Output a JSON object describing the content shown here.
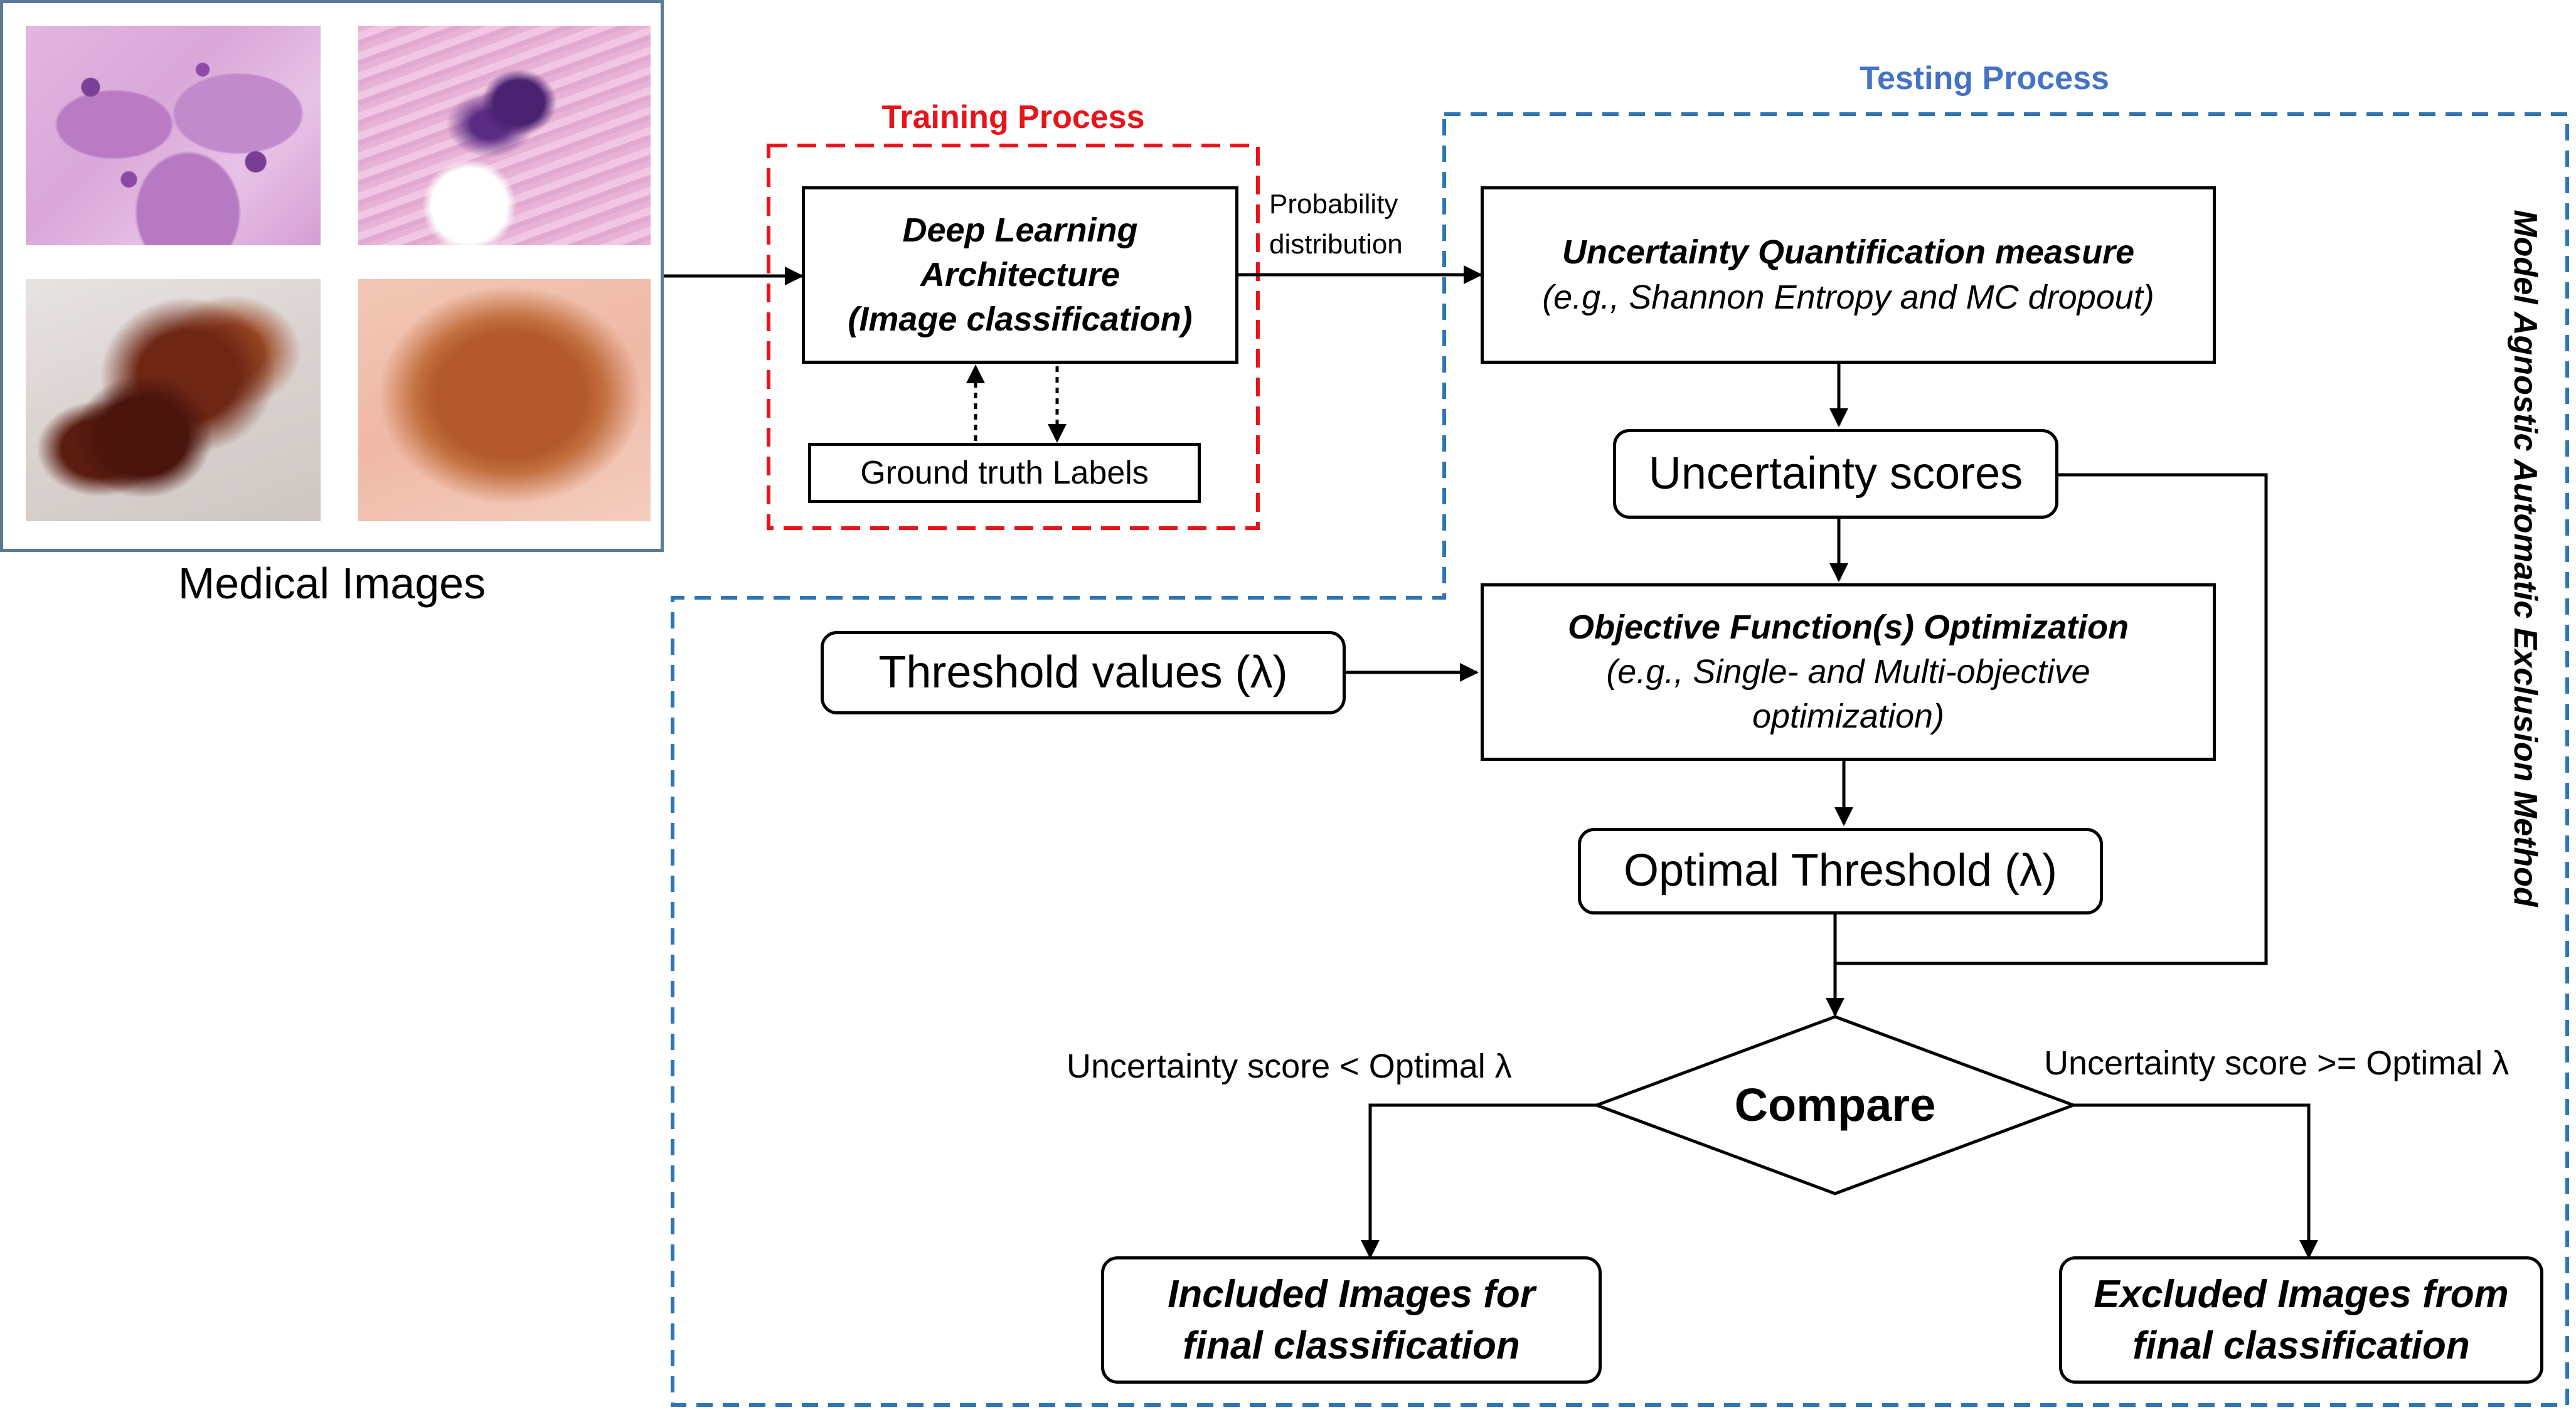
{
  "medical_images": {
    "caption": "Medical Images",
    "thumbnails": [
      "histology-tissue-1",
      "histology-tissue-2",
      "dermoscopy-lesion-1",
      "dermoscopy-lesion-2"
    ]
  },
  "training": {
    "title": "Training Process",
    "deep_learning": [
      "Deep Learning",
      "Architecture",
      "(Image classification)"
    ],
    "ground_truth": "Ground truth Labels"
  },
  "edge_label": [
    "Probability",
    "distribution"
  ],
  "testing": {
    "title": "Testing Process",
    "uq_measure": [
      "Uncertainty Quantification measure",
      "(e.g., Shannon Entropy and MC dropout)"
    ],
    "uncertainty_scores": "Uncertainty scores",
    "threshold_values": "Threshold values (λ)",
    "objective": [
      "Objective Function(s) Optimization",
      "(e.g., Single- and Multi-objective",
      "optimization)"
    ],
    "optimal_threshold": "Optimal Threshold (λ)",
    "compare": "Compare",
    "branch_left": "Uncertainty score < Optimal λ",
    "branch_right": "Uncertainty score >= Optimal λ",
    "included": [
      "Included Images for",
      "final classification"
    ],
    "excluded": [
      "Excluded Images from",
      "final classification"
    ]
  },
  "method_label": "Model Agnostic Automatic Exclusion Method",
  "colors": {
    "training_red": "#e8141c",
    "testing_blue": "#2e75b6",
    "title_blue": "#4472c4",
    "line": "#000000"
  }
}
